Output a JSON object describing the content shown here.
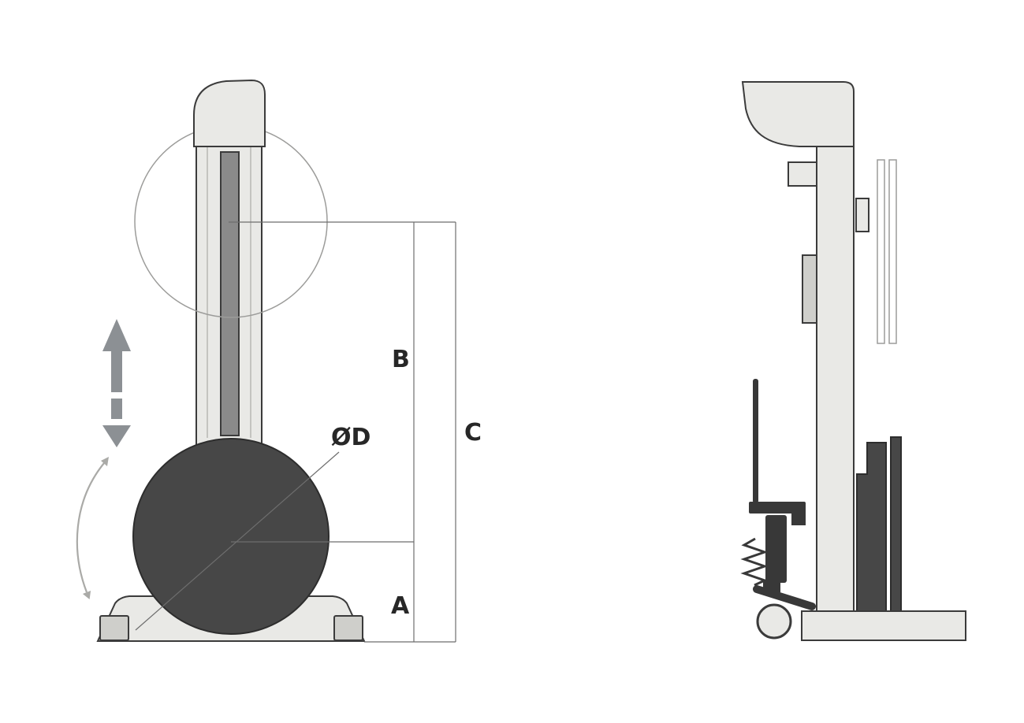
{
  "diagram": {
    "labels": {
      "dim_b": "B",
      "dim_c": "C",
      "dim_a": "A",
      "dim_diameter": "ØD"
    }
  },
  "colors": {
    "background": "#ffffff",
    "outline": "#3b3b3b",
    "light_fill": "#e9e9e6",
    "feet_fill": "#cfcfcb",
    "mid_gray": "#8a8a8a",
    "dark_fill": "#474747",
    "dark_stroke": "#2d2d2d",
    "hardware": "#383838",
    "circle_outline": "#9c9c9a",
    "dim_line": "#6e6e6e",
    "label": "#272727",
    "arrow_gray": "#8c9094",
    "curve_gray": "#aaaaa7"
  }
}
